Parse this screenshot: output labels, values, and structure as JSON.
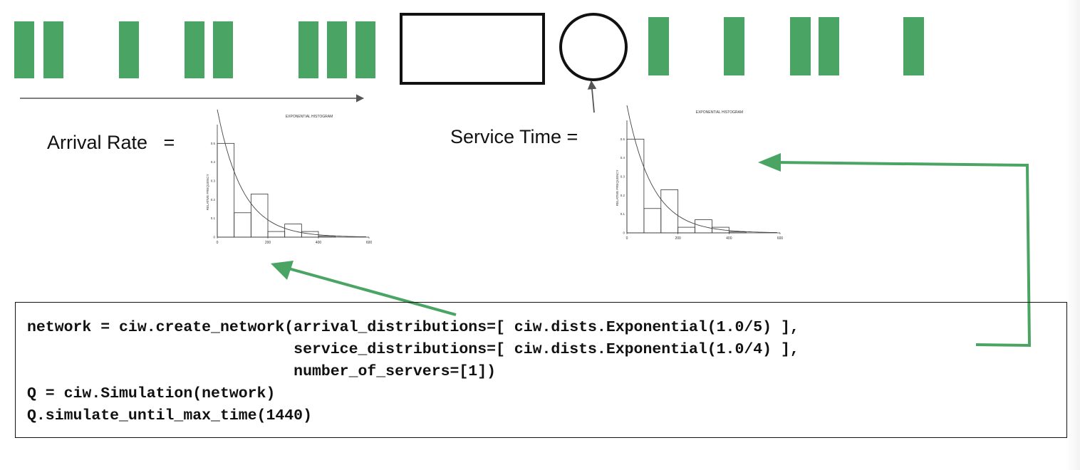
{
  "labels": {
    "arrival_rate": "Arrival Rate   =",
    "service_time": "Service Time ="
  },
  "histograms": {
    "title": "EXPONENTIAL HISTOGRAM",
    "ylabel": "RELATIVE FREQUENCY",
    "xticks": [
      "0",
      "200",
      "400",
      "600"
    ],
    "yticks": [
      "0",
      "0.1",
      "0.2",
      "0.3",
      "0.4",
      "0.5"
    ],
    "relative_frequencies": [
      0.5,
      0.13,
      0.23,
      0.03,
      0.07,
      0.03,
      0.005
    ]
  },
  "code": {
    "line1": "network = ciw.create_network(arrival_distributions=[ ciw.dists.Exponential(1.0/5) ],",
    "line2": "                             service_distributions=[ ciw.dists.Exponential(1.0/4) ],",
    "line3": "                             number_of_servers=[1])",
    "line4": "Q = ciw.Simulation(network)",
    "line5": "Q.simulate_until_max_time(1440)"
  },
  "colors": {
    "customer": "#4aa564",
    "arrow_green": "#4aa564",
    "outline": "#111111",
    "arrow_gray": "#555555"
  }
}
